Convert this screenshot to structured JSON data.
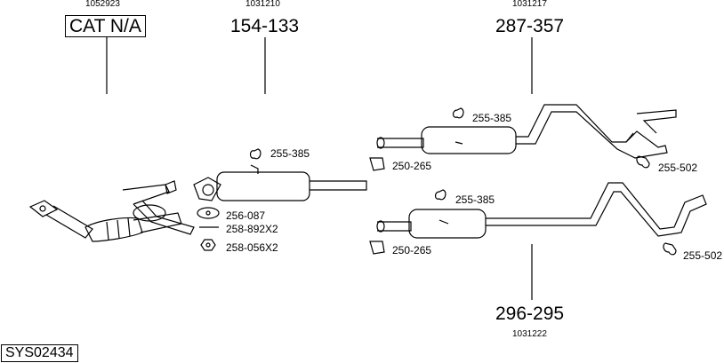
{
  "codes": {
    "cat_code": "1052923",
    "pipe_code": "1031210",
    "rear_top_code": "1031217",
    "rear_bottom_code": "1031222"
  },
  "part_numbers": {
    "cat": "CAT N/A",
    "front_muffler": "154-133",
    "rear_top": "287-357",
    "rear_bottom": "296-295"
  },
  "accessories": {
    "hanger_front": "255-385",
    "gasket": "256-087",
    "bolt": "258-892X2",
    "nut": "258-056X2",
    "hanger_rear_top": "255-385",
    "clamp_rear_top": "250-265",
    "mount_rear_top": "255-502",
    "hanger_rear_bottom": "255-385",
    "clamp_rear_bottom": "250-265",
    "mount_rear_bottom": "255-502"
  },
  "system_id": "SYS02434"
}
